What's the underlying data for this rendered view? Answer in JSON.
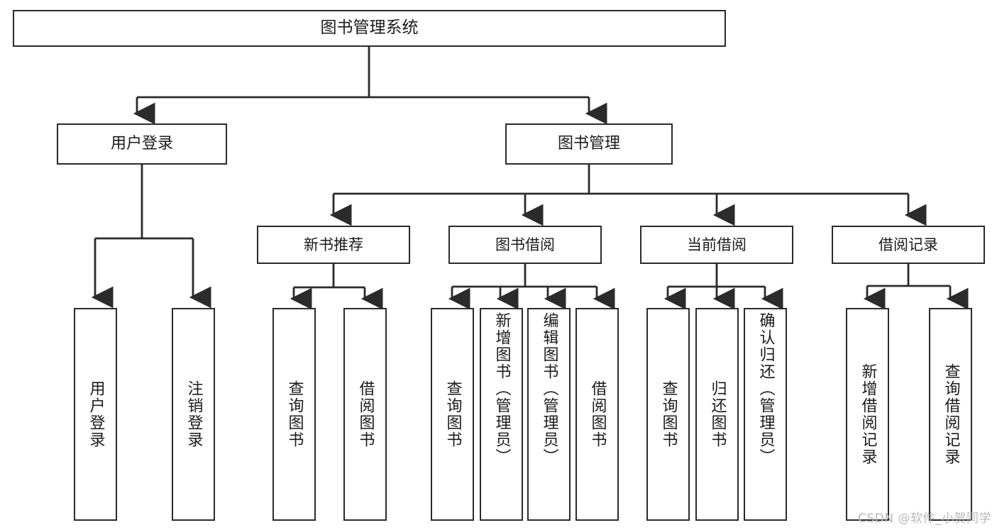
{
  "diagram": {
    "title": "图书管理系统",
    "type": "tree",
    "watermark": "CSDN @软件_小贺同学",
    "colors": {
      "stroke": "#2b2b2b",
      "fill": "#ffffff",
      "text": "#1b1b1b",
      "watermark": "#b9b9b9"
    },
    "nodes": {
      "root": {
        "label": "图书管理系统"
      },
      "level2": [
        {
          "id": "user-login",
          "label": "用户登录"
        },
        {
          "id": "book-manage",
          "label": "图书管理"
        }
      ],
      "level3": [
        {
          "id": "new-book-recommend",
          "label": "新书推荐"
        },
        {
          "id": "book-borrow",
          "label": "图书借阅"
        },
        {
          "id": "current-borrow",
          "label": "当前借阅"
        },
        {
          "id": "borrow-record",
          "label": "借阅记录"
        }
      ],
      "leaves": [
        {
          "id": "leaf-user-login",
          "label": "用户登录",
          "parent": "user-login"
        },
        {
          "id": "leaf-user-logout",
          "label": "注销登录",
          "parent": "user-login"
        },
        {
          "id": "leaf-query-book-1",
          "label": "查询图书",
          "parent": "new-book-recommend"
        },
        {
          "id": "leaf-borrow-book-1",
          "label": "借阅图书",
          "parent": "new-book-recommend"
        },
        {
          "id": "leaf-query-book-2",
          "label": "查询图书",
          "parent": "book-borrow"
        },
        {
          "id": "leaf-add-book",
          "label": "新增图书（管理员）",
          "parent": "book-borrow"
        },
        {
          "id": "leaf-edit-book",
          "label": "编辑图书（管理员）",
          "parent": "book-borrow"
        },
        {
          "id": "leaf-borrow-book-2",
          "label": "借阅图书",
          "parent": "book-borrow"
        },
        {
          "id": "leaf-query-book-3",
          "label": "查询图书",
          "parent": "current-borrow"
        },
        {
          "id": "leaf-return-book",
          "label": "归还图书",
          "parent": "current-borrow"
        },
        {
          "id": "leaf-confirm-return",
          "label": "确认归还（管理员）",
          "parent": "current-borrow"
        },
        {
          "id": "leaf-add-record",
          "label": "新增借阅记录",
          "parent": "borrow-record"
        },
        {
          "id": "leaf-query-record",
          "label": "查询借阅记录",
          "parent": "borrow-record"
        }
      ]
    }
  }
}
